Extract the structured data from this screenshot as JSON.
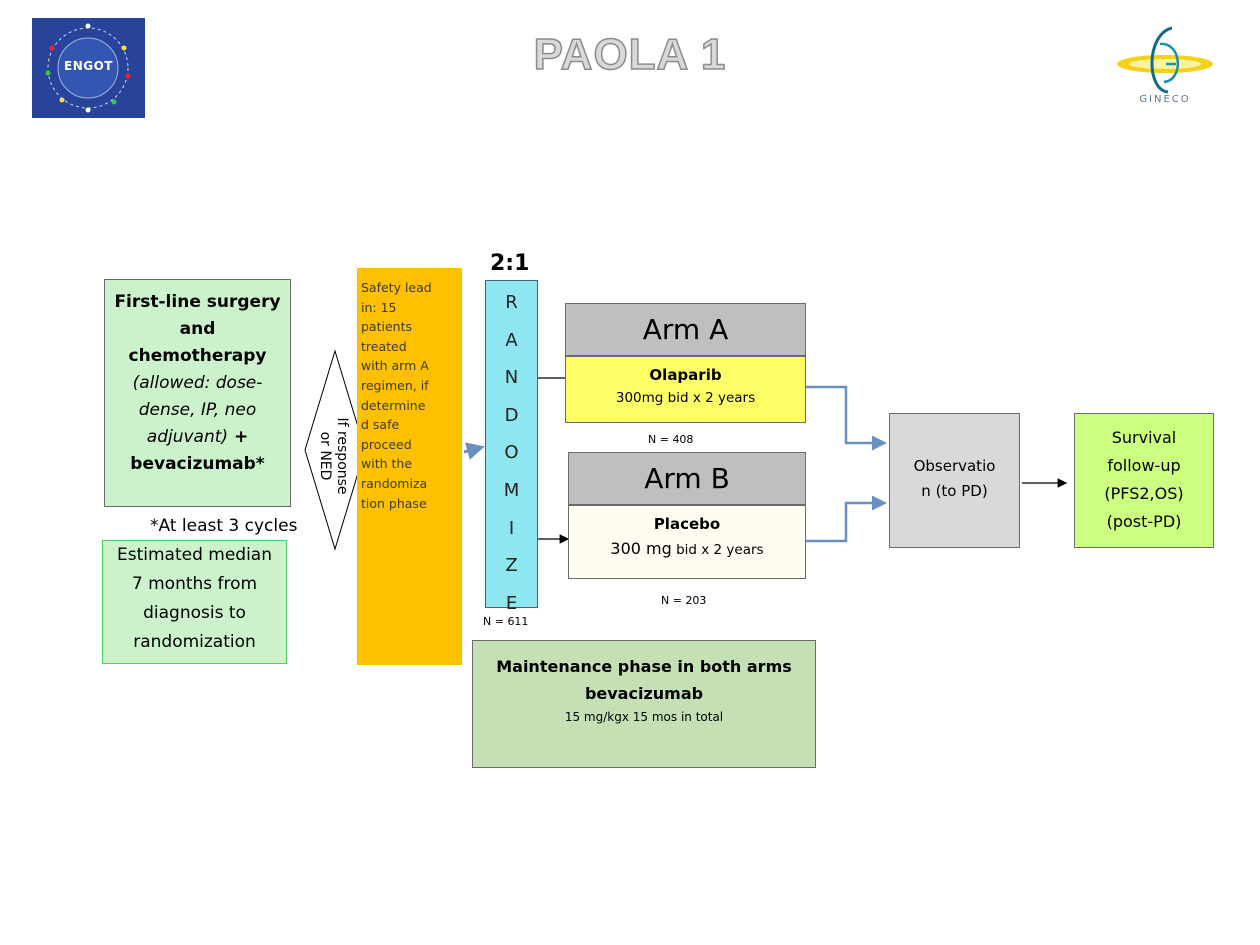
{
  "header": {
    "title": "PAOLA 1",
    "engot_logo_text": "ENGOT",
    "gineco_logo_text": "GINECO"
  },
  "first_line": {
    "line1": "First-line surgery",
    "line2": "and",
    "line3": "chemotherapy",
    "line4": "(allowed: dose-",
    "line5": "dense, IP, neo",
    "line6": "adjuvant)",
    "line6_suffix": " +",
    "line7": "bevacizumab*"
  },
  "cycles_note": "*At least 3 cycles",
  "median_box": {
    "line1": "Estimated median",
    "line2": "7 months from",
    "line3": "diagnosis to",
    "line4": "randomization"
  },
  "decision": {
    "line1": "If response",
    "line2": "or NED"
  },
  "safety_lead": {
    "lines": [
      "Safety lead",
      "in: 15",
      "patients",
      "treated",
      "with arm A",
      "regimen, if",
      "determine",
      "d safe",
      "proceed",
      "with the",
      "randomiza",
      "tion phase"
    ]
  },
  "randomize": {
    "ratio": "2:1",
    "letters": [
      "R",
      "A",
      "N",
      "D",
      "O",
      "M",
      "I",
      "Z",
      "E"
    ],
    "n_label": "N = 611"
  },
  "arm_a": {
    "title": "Arm A",
    "drug": "Olaparib",
    "dose": "300mg bid x 2 years",
    "n_label": "N = 408",
    "color": "#ffff66"
  },
  "arm_b": {
    "title": "Arm B",
    "drug": "Placebo",
    "dose_strong": "300 mg",
    "dose_rest": " bid x 2 years",
    "n_label": "N = 203",
    "color": "#fffcf2"
  },
  "maintenance": {
    "line1": "Maintenance phase in both arms",
    "line2": "bevacizumab",
    "dose": "15 mg/kgx 15 mos in total"
  },
  "observation": {
    "line1": "Observatio",
    "line2": "n (to PD)"
  },
  "survival": {
    "line1": "Survival",
    "line2": "follow-up",
    "line3": "(PFS2,OS)",
    "line4": "(post-PD)"
  },
  "colors": {
    "first_line_bg": "#ccf2cc",
    "safety_bg": "#ffc000",
    "randomize_bg": "#8ee6f0",
    "arm_head_bg": "#bfbfbf",
    "maintenance_bg": "#c5e0b4",
    "observation_bg": "#d9d9d9",
    "survival_bg": "#ccff80",
    "arrow_blue": "#6a8fc1"
  }
}
